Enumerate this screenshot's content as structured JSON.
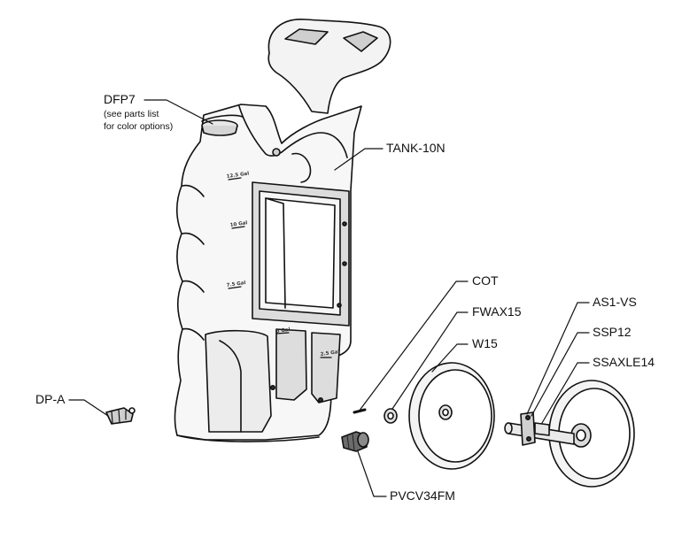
{
  "diagram": {
    "parts": [
      {
        "id": "DFP7",
        "label": "DFP7",
        "note_lines": [
          "(see parts list",
          "for color options)"
        ]
      },
      {
        "id": "TANK-10N",
        "label": "TANK-10N"
      },
      {
        "id": "COT",
        "label": "COT"
      },
      {
        "id": "FWAX15",
        "label": "FWAX15"
      },
      {
        "id": "W15",
        "label": "W15"
      },
      {
        "id": "AS1-VS",
        "label": "AS1-VS"
      },
      {
        "id": "SSP12",
        "label": "SSP12"
      },
      {
        "id": "SSAXLE14",
        "label": "SSAXLE14"
      },
      {
        "id": "DP-A",
        "label": "DP-A"
      },
      {
        "id": "PVCV34FM",
        "label": "PVCV34FM"
      }
    ],
    "tank_markings": [
      "12.5 Gal",
      "10 Gal",
      "7.5 Gal",
      "5 Gal",
      "2.5 Gal"
    ]
  }
}
